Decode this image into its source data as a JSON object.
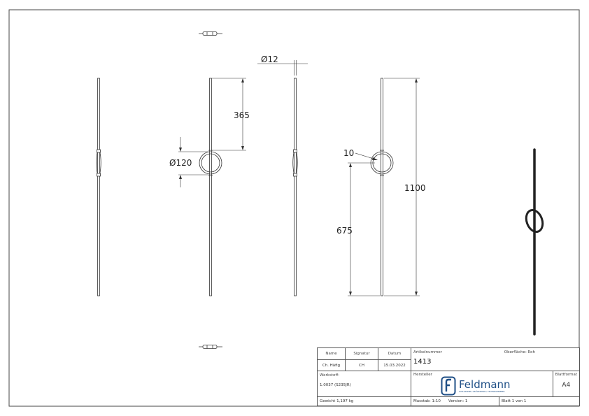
{
  "drawing": {
    "dimensions": {
      "rod_diameter": "Ø12",
      "ring_diameter": "Ø120",
      "top_length": "365",
      "ring_thickness": "10",
      "total_length": "1100",
      "bottom_length": "675"
    }
  },
  "title_block": {
    "name_label": "Name",
    "signatur_label": "Signatur",
    "datum_label": "Datum",
    "name_value": "Ch. Häfig",
    "signatur_value": "CH",
    "datum_value": "15.03.2022",
    "artikelnummer_label": "Artikelnummer",
    "artikelnummer_value": "1413",
    "oberflaeche_text": "Oberfläche: Roh",
    "hersteller_label": "Hersteller",
    "werkstoff_label": "Werkstoff:",
    "werkstoff_value": "1.0037 (S235JR)",
    "logo_text": "Feldmann",
    "logo_subtitle": "SCHLOSSEREI, GELÄNDERBAU, TECHNIKGEBIEBER",
    "blattformat_label": "Blattformat",
    "blattformat_value": "A4",
    "gewicht_text": "Gewicht 1,197 kg",
    "massstab_text": "Masstab: 1:10",
    "version_text": "Version: 1",
    "blatt_text": "Blatt 1 von 1"
  }
}
